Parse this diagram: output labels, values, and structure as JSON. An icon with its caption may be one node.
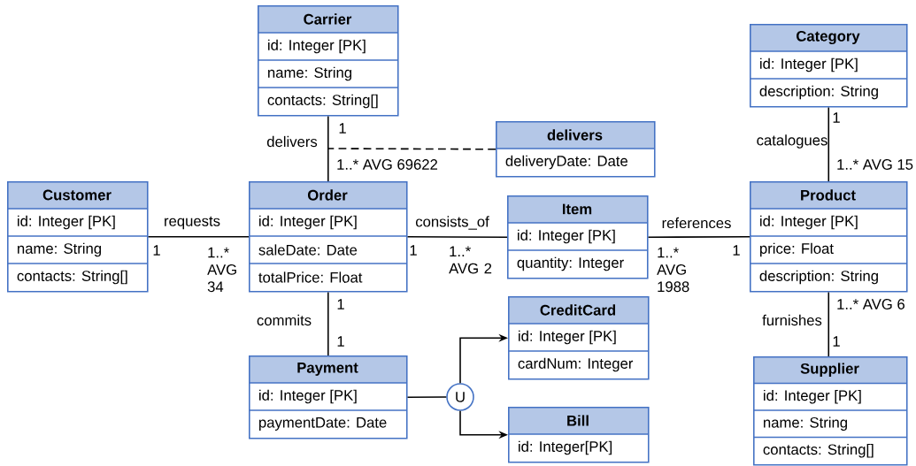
{
  "diagram": {
    "nodes": [
      {
        "text": [
          "Carrier",
          "id: Integer [PK]",
          "name: String",
          "contacts: String[]"
        ]
      },
      {
        "text": [
          "Category",
          "id: Integer [PK]",
          "description: String"
        ]
      },
      {
        "text": [
          "delivers",
          "deliveryDate: Date"
        ]
      },
      {
        "text": [
          "Customer",
          "id: Integer [PK]",
          "name: String",
          "contacts: String[]"
        ]
      },
      {
        "text": [
          "Order",
          "id: Integer [PK]",
          "saleDate: Date",
          "totalPrice: Float"
        ]
      },
      {
        "text": [
          "Item",
          "id: Integer [PK]",
          "quantity: Integer"
        ]
      },
      {
        "text": [
          "Product",
          "id: Integer [PK]",
          "price: Float",
          "description: String"
        ]
      },
      {
        "text": [
          "CreditCard",
          "id: Integer [PK]",
          "cardNum: Integer"
        ]
      },
      {
        "text": [
          "Payment",
          "id: Integer [PK]",
          "paymentDate: Date"
        ]
      },
      {
        "text": [
          "U"
        ]
      },
      {
        "text": [
          "Bill",
          "id: Integer[PK]"
        ]
      },
      {
        "text": [
          "Supplier",
          "id: Integer [PK]",
          "name: String",
          "contacts: String[]"
        ]
      }
    ],
    "edges": [
      {
        "from": 0,
        "to": 4,
        "arrow": "none",
        "label": "delivers"
      },
      {
        "from": 2,
        "to": null,
        "arrow": "none",
        "style": "dashed"
      },
      {
        "from": 3,
        "to": 4,
        "arrow": "none",
        "label": "requests"
      },
      {
        "from": 4,
        "to": 5,
        "arrow": "none",
        "label": "consists_of"
      },
      {
        "from": 5,
        "to": 6,
        "arrow": "none",
        "label": "references"
      },
      {
        "from": 1,
        "to": 6,
        "arrow": "none",
        "label": "catalogues"
      },
      {
        "from": 6,
        "to": 11,
        "arrow": "none",
        "label": "furnishes"
      },
      {
        "from": 4,
        "to": 8,
        "arrow": "none",
        "label": "commits"
      },
      {
        "from": 8,
        "to": 9,
        "arrow": "none"
      },
      {
        "from": 9,
        "to": 7,
        "arrow": "to"
      },
      {
        "from": 9,
        "to": 10,
        "arrow": "to"
      }
    ],
    "labels": [
      "1",
      "1..* AVG 69622",
      "1",
      "1..* AVG 34",
      "1",
      "1..* AVG 2",
      "1..* AVG 1988",
      "1",
      "1",
      "1..* AVG 15",
      "1",
      "1",
      "1..* AVG 6",
      "1"
    ]
  }
}
